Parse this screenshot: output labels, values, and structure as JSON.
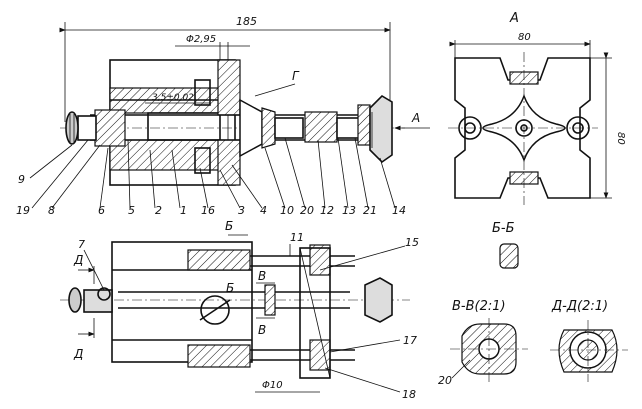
{
  "dimensions": {
    "overall_length": "185",
    "diameter_295": "Φ2,95",
    "dim_35": "3,5±0,02",
    "view_width": "80",
    "view_height": "80",
    "diameter_10": "Φ10"
  },
  "view_labels": {
    "view_a_arrow": "A",
    "view_a_title": "A",
    "section_bb_title": "Б-Б",
    "section_vv_title": "В-В(2:1)",
    "section_dd_title": "Д-Д(2:1)",
    "detail_g": "Г",
    "mark_b_top": "Б",
    "mark_b_mid": "Б",
    "mark_v_top": "В",
    "mark_v_bottom": "В",
    "mark_d_top": "Д",
    "mark_d_bottom": "Д"
  },
  "part_numbers": [
    "9",
    "19",
    "8",
    "6",
    "5",
    "2",
    "1",
    "16",
    "3",
    "4",
    "10",
    "20",
    "12",
    "13",
    "21",
    "14",
    "7",
    "11",
    "15",
    "17",
    "18",
    "20"
  ]
}
